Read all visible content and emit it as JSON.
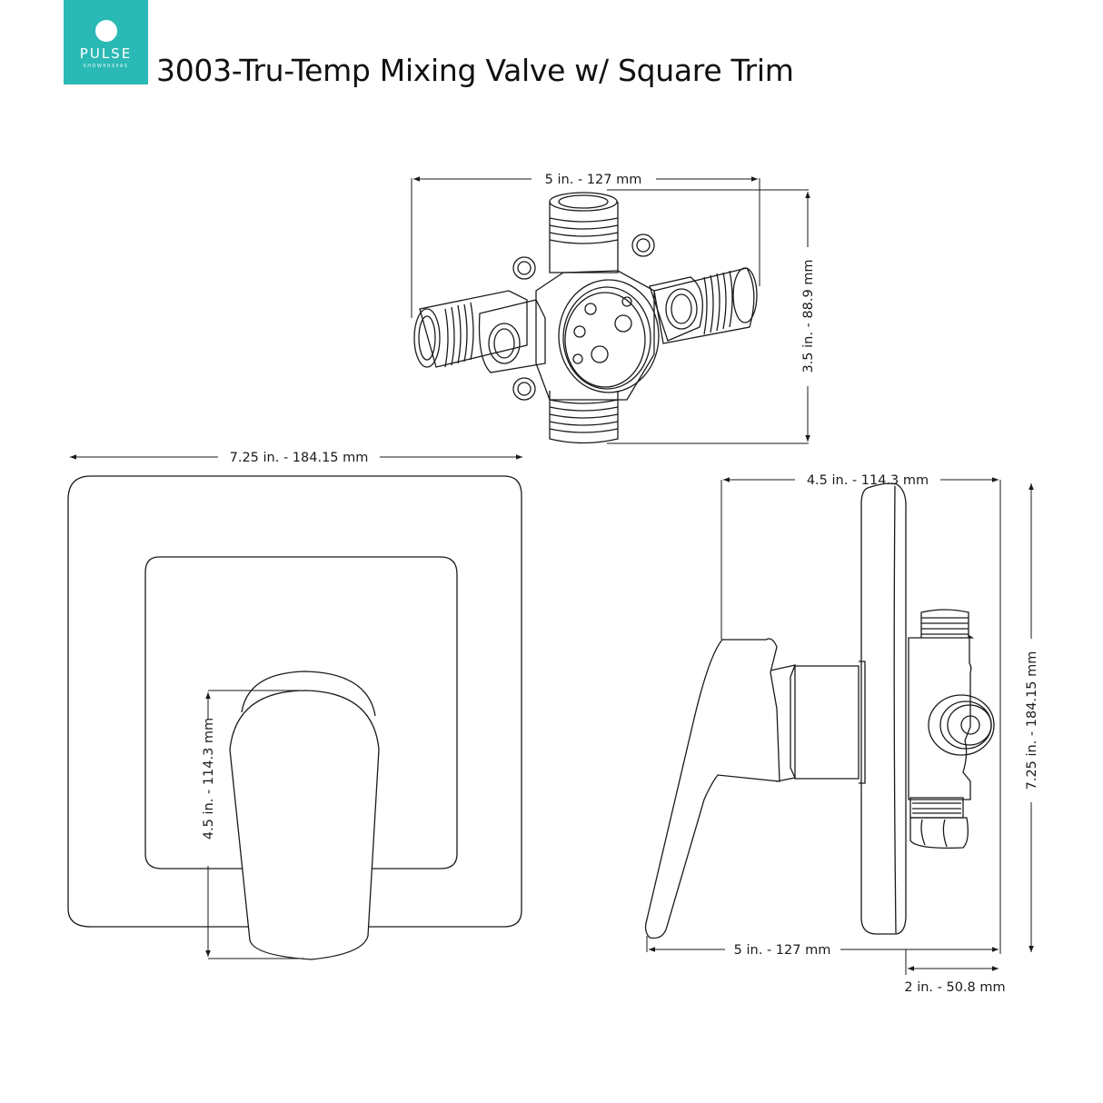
{
  "logo": {
    "brand": "PULSE",
    "tagline": "SHOWERSPAS",
    "background_color": "#2bb9b5"
  },
  "title": "3003-Tru-Temp Mixing Valve w/ Square Trim",
  "views": {
    "rough_valve_top": {
      "width_label": "5 in. - 127 mm",
      "height_label": "3.5 in. - 88.9 mm"
    },
    "front_trim": {
      "width_label": "7.25 in. - 184.15 mm",
      "handle_height_label": "4.5 in. - 114.3 mm"
    },
    "side_profile": {
      "depth_top_label": "4.5 in. - 114.3 mm",
      "height_label": "7.25 in. - 184.15 mm",
      "depth_bottom_label": "5 in. - 127 mm",
      "valve_depth_label": "2 in. - 50.8 mm"
    }
  },
  "colors": {
    "line": "#1a1a1a",
    "accent": "#2bb9b5"
  }
}
